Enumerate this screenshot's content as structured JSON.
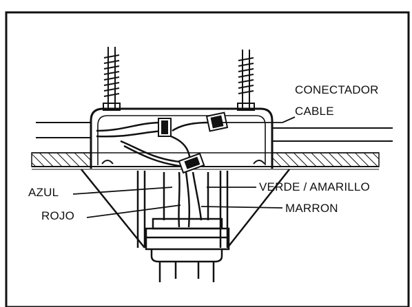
{
  "labels": {
    "connector_line1": "CONECTADOR",
    "connector_line2": "CABLE",
    "blue": "AZUL",
    "green_yellow": "VERDE / AMARILLO",
    "red": "ROJO",
    "brown": "MARRON"
  },
  "colors": {
    "ink": "#111111",
    "background": "#ffffff"
  }
}
